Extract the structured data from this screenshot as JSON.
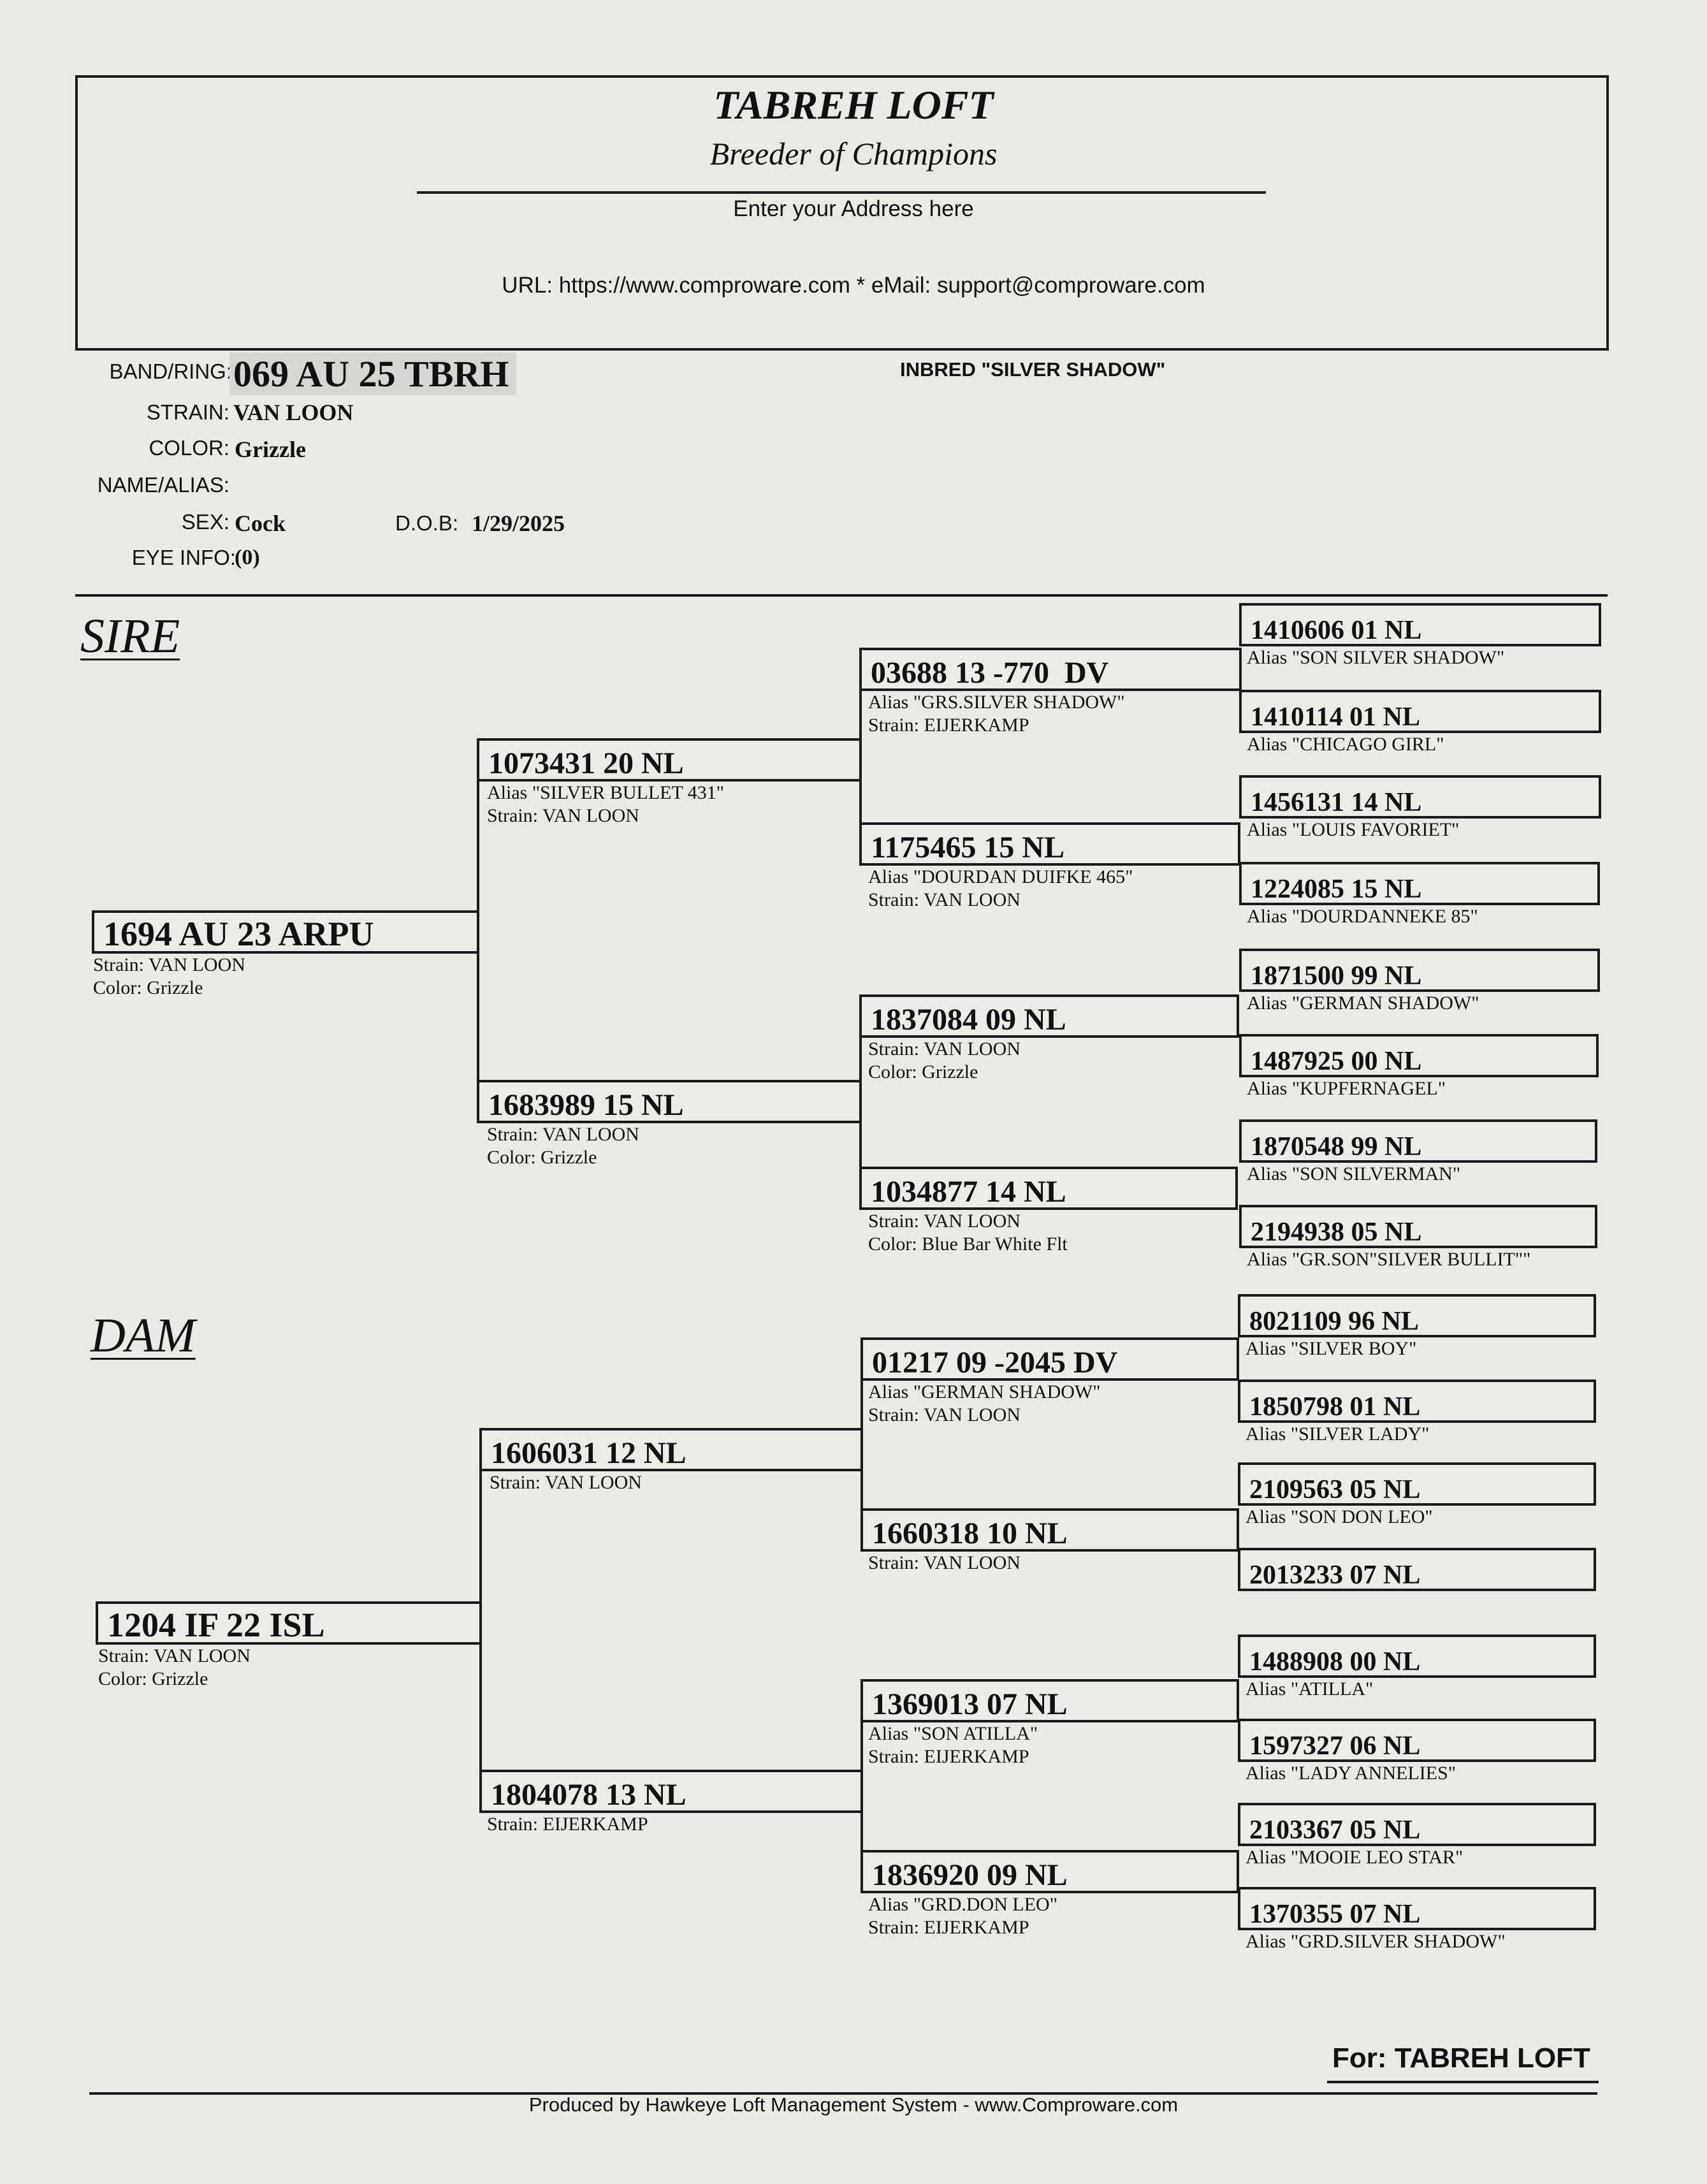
{
  "header": {
    "loft_name": "TABREH LOFT",
    "tagline": "Breeder of Champions",
    "address": "Enter your Address here",
    "contact": "URL: https://www.comproware.com * eMail: support@comproware.com"
  },
  "info": {
    "band_label": "BAND/RING:",
    "band_value": "069 AU 25 TBRH",
    "strain_label": "STRAIN:",
    "strain_value": "VAN LOON",
    "color_label": "COLOR:",
    "color_value": "Grizzle",
    "name_label": "NAME/ALIAS:",
    "sex_label": "SEX:",
    "sex_value": "Cock",
    "dob_label": "D.O.B:",
    "dob_value": "1/29/2025",
    "eye_label": "EYE INFO:",
    "eye_value": "(0)",
    "inbred_note": "INBRED \"SILVER SHADOW\""
  },
  "pedigree": {
    "sire_title": "SIRE",
    "dam_title": "DAM",
    "sire": {
      "band": "1694 AU 23 ARPU",
      "line1": "Strain: VAN LOON",
      "line2": "Color: Grizzle"
    },
    "dam": {
      "band": "1204 IF 22 ISL",
      "line1": "Strain: VAN LOON",
      "line2": "Color: Grizzle"
    },
    "gen2": [
      {
        "band": "1073431 20 NL",
        "line1": "Alias \"SILVER BULLET 431\"",
        "line2": "Strain: VAN LOON"
      },
      {
        "band": "1683989 15 NL",
        "line1": "Strain: VAN LOON",
        "line2": "Color: Grizzle"
      },
      {
        "band": "1606031 12 NL",
        "line1": "Strain: VAN LOON",
        "line2": ""
      },
      {
        "band": "1804078 13 NL",
        "line1": "Strain: EIJERKAMP",
        "line2": ""
      }
    ],
    "gen3": [
      {
        "band": "03688 13 -770  DV",
        "line1": "Alias \"GRS.SILVER SHADOW\"",
        "line2": "Strain: EIJERKAMP"
      },
      {
        "band": "1175465 15 NL",
        "line1": "Alias \"DOURDAN DUIFKE 465\"",
        "line2": "Strain: VAN LOON"
      },
      {
        "band": "1837084 09 NL",
        "line1": "Strain: VAN LOON",
        "line2": "Color: Grizzle"
      },
      {
        "band": "1034877 14 NL",
        "line1": "Strain: VAN LOON",
        "line2": "Color: Blue Bar White Flt"
      },
      {
        "band": "01217 09 -2045 DV",
        "line1": "Alias \"GERMAN SHADOW\"",
        "line2": "Strain: VAN LOON"
      },
      {
        "band": "1660318 10 NL",
        "line1": "Strain: VAN LOON",
        "line2": ""
      },
      {
        "band": "1369013 07 NL",
        "line1": "Alias \"SON ATILLA\"",
        "line2": "Strain: EIJERKAMP"
      },
      {
        "band": "1836920 09 NL",
        "line1": "Alias \"GRD.DON LEO\"",
        "line2": "Strain: EIJERKAMP"
      }
    ],
    "gen4": [
      {
        "band": "1410606 01 NL",
        "line1": "Alias \"SON SILVER SHADOW\""
      },
      {
        "band": "1410114 01 NL",
        "line1": "Alias \"CHICAGO GIRL\""
      },
      {
        "band": "1456131 14 NL",
        "line1": "Alias \"LOUIS FAVORIET\""
      },
      {
        "band": "1224085 15 NL",
        "line1": "Alias \"DOURDANNEKE 85\""
      },
      {
        "band": "1871500 99 NL",
        "line1": "Alias \"GERMAN SHADOW\""
      },
      {
        "band": "1487925 00 NL",
        "line1": "Alias \"KUPFERNAGEL\""
      },
      {
        "band": "1870548 99 NL",
        "line1": "Alias \"SON SILVERMAN\""
      },
      {
        "band": "2194938 05 NL",
        "line1": "Alias \"GR.SON\"SILVER BULLIT\"\""
      },
      {
        "band": "8021109 96 NL",
        "line1": "Alias \"SILVER BOY\""
      },
      {
        "band": "1850798 01 NL",
        "line1": "Alias \"SILVER LADY\""
      },
      {
        "band": "2109563 05 NL",
        "line1": "Alias \"SON DON LEO\""
      },
      {
        "band": "2013233 07 NL",
        "line1": ""
      },
      {
        "band": "1488908 00 NL",
        "line1": "Alias \"ATILLA\""
      },
      {
        "band": "1597327 06 NL",
        "line1": "Alias \"LADY ANNELIES\""
      },
      {
        "band": "2103367 05 NL",
        "line1": "Alias \"MOOIE LEO STAR\""
      },
      {
        "band": "1370355 07 NL",
        "line1": "Alias \"GRD.SILVER SHADOW\""
      }
    ]
  },
  "footer": {
    "for_line": "For: TABREH LOFT",
    "produced_by": "Produced by Hawkeye Loft Management System - www.Comproware.com"
  }
}
